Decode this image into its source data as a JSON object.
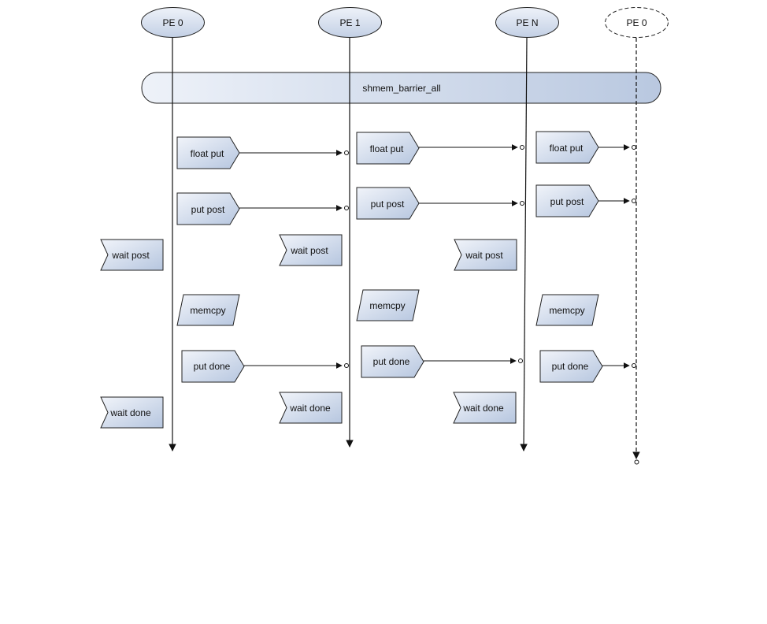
{
  "pes": [
    {
      "label": "PE 0",
      "style": "solid"
    },
    {
      "label": "PE 1",
      "style": "solid"
    },
    {
      "label": "PE N",
      "style": "solid"
    },
    {
      "label": "PE 0",
      "style": "dashed"
    }
  ],
  "barrier": {
    "label": "shmem_barrier_all"
  },
  "operations": {
    "float_put": "float put",
    "put_post": "put post",
    "wait_post": "wait post",
    "memcpy": "memcpy",
    "put_done": "put done",
    "wait_done": "wait done"
  },
  "colors": {
    "shape_fill_light": "#eef2f9",
    "shape_fill_dark": "#b9c8e0",
    "stroke": "#222222"
  }
}
